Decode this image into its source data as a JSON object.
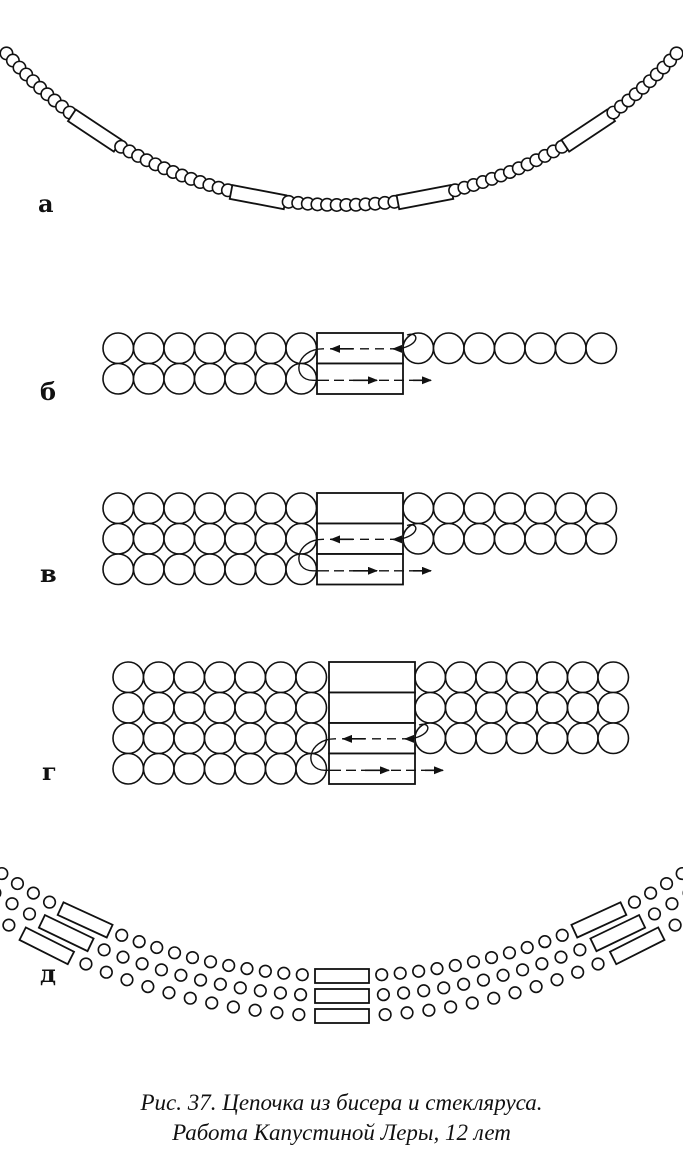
{
  "figure": {
    "panels": [
      {
        "id": "a",
        "label": "а",
        "kind": "single-strand-necklace"
      },
      {
        "id": "b",
        "label": "б",
        "kind": "two-row-weave",
        "rows": 2
      },
      {
        "id": "v",
        "label": "в",
        "kind": "three-row-weave",
        "rows": 3
      },
      {
        "id": "g",
        "label": "г",
        "kind": "four-row-weave",
        "rows": 4
      },
      {
        "id": "d",
        "label": "д",
        "kind": "triple-strand-necklace"
      }
    ],
    "caption_line1": "Рис. 37. Цепочка из бисера и стекляруса.",
    "caption_line2": "Работа Капустиной Леры, 12 лет"
  },
  "colors": {
    "ink": "#111111",
    "paper": "#ffffff"
  }
}
